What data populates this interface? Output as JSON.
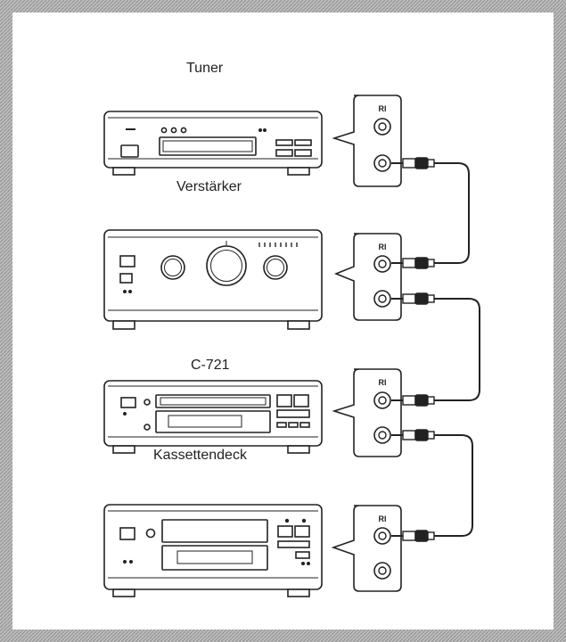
{
  "labels": {
    "tuner": "Tuner",
    "amplifier": "Verstärker",
    "cd_player": "C-721",
    "cassette_deck": "Kassettendeck"
  },
  "ri_jacks": {
    "tuner": "RI",
    "amplifier": "RI",
    "cd_player": "RI",
    "cassette_deck": "RI"
  },
  "colors": {
    "border": "#a9a9a9",
    "line": "#222222",
    "background": "#ffffff"
  }
}
